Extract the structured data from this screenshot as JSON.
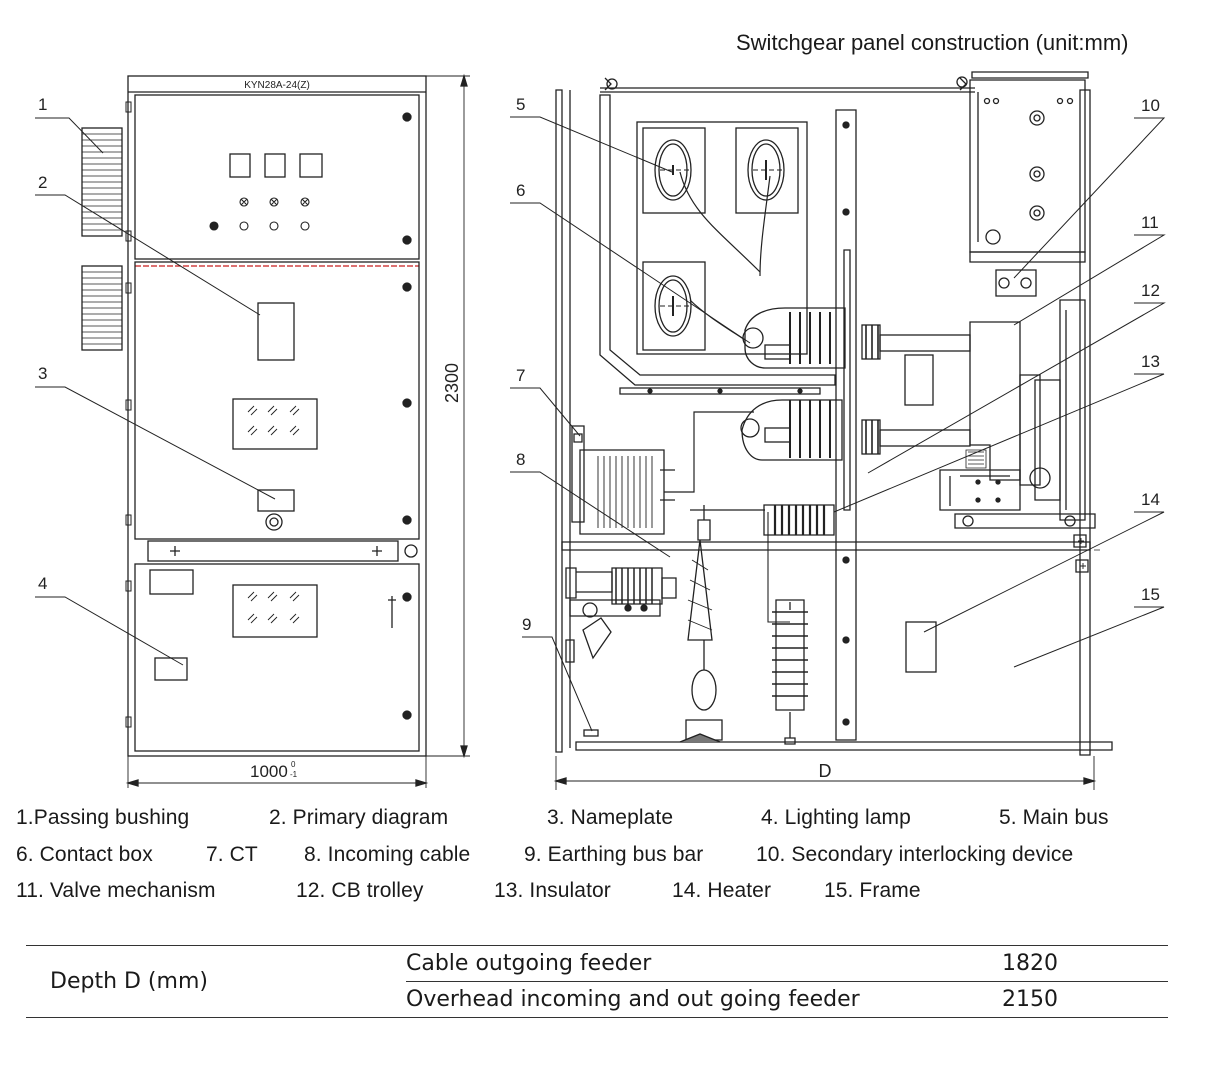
{
  "title": "Switchgear panel construction (unit:mm)",
  "front_view": {
    "model_label": "KYN28A-24(Z)",
    "height_dim": "2300",
    "width_dim": "1000",
    "width_tol_upper": "0",
    "width_tol_lower": "-1"
  },
  "side_view": {
    "depth_dim": "D"
  },
  "callouts": [
    "1",
    "2",
    "3",
    "4",
    "5",
    "6",
    "7",
    "8",
    "9",
    "10",
    "11",
    "12",
    "13",
    "14",
    "15"
  ],
  "legend": {
    "row1": [
      "1.Passing bushing",
      "2. Primary diagram",
      "3. Nameplate",
      "4. Lighting lamp",
      "5. Main bus"
    ],
    "row2": [
      "6. Contact box",
      "7. CT",
      "8. Incoming cable",
      "9. Earthing bus bar",
      "10. Secondary interlocking device"
    ],
    "row3": [
      "11. Valve mechanism",
      "12. CB trolley",
      "13. Insulator",
      "14. Heater",
      "15. Frame"
    ]
  },
  "depth_table": {
    "row_header": "Depth  D (mm)",
    "rows": [
      {
        "feeder": "Cable outgoing feeder",
        "value": "1820"
      },
      {
        "feeder": "Overhead incoming and out going feeder",
        "value": "2150"
      }
    ]
  }
}
